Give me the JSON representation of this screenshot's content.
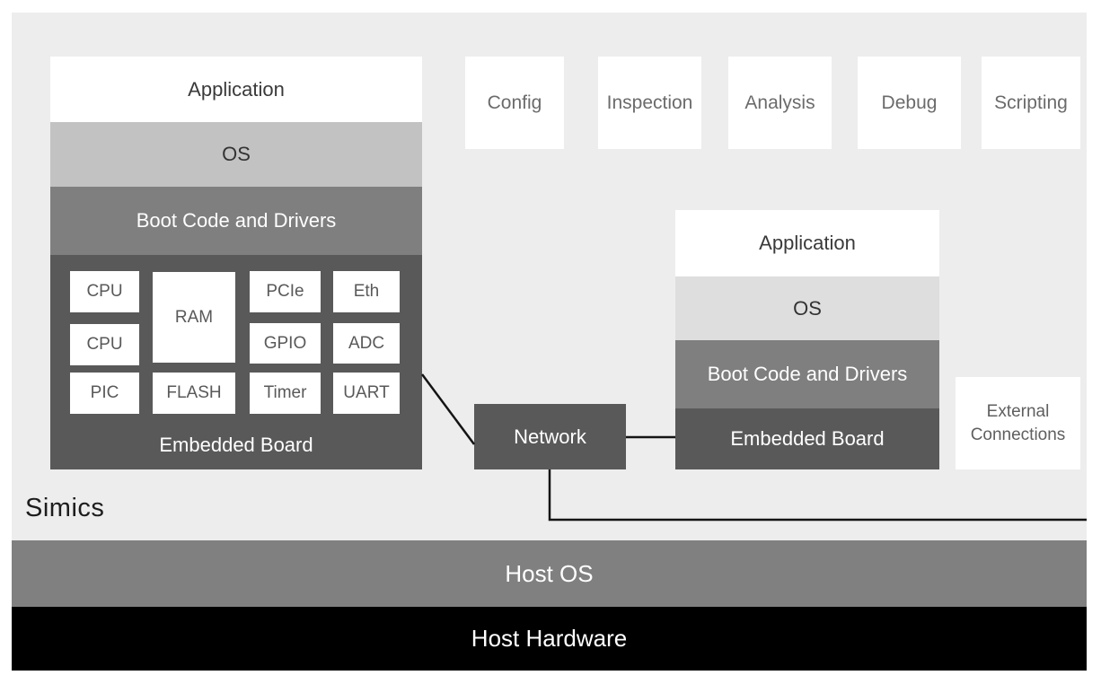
{
  "simics": {
    "label": "Simics"
  },
  "tools": [
    "Config",
    "Inspection",
    "Analysis",
    "Debug",
    "Scripting"
  ],
  "stack_left": {
    "application": "Application",
    "os": "OS",
    "boot": "Boot Code and Drivers",
    "board_label": "Embedded Board",
    "components": [
      "CPU",
      "CPU",
      "PIC",
      "RAM",
      "FLASH",
      "PCIe",
      "GPIO",
      "Timer",
      "Eth",
      "ADC",
      "UART"
    ]
  },
  "stack_right": {
    "application": "Application",
    "os": "OS",
    "boot": "Boot Code and Drivers",
    "board_label": "Embedded Board"
  },
  "network": {
    "label": "Network"
  },
  "external": {
    "line1": "External",
    "line2": "Connections"
  },
  "host": {
    "os": "Host OS",
    "hardware": "Host Hardware"
  },
  "colors": {
    "panel_bg": "#ededed",
    "os_left": "#c2c2c2",
    "os_right": "#dedede",
    "boot_gray": "#7f7f7f",
    "board_dark": "#595959",
    "host_os_gray": "#808080",
    "host_hw_black": "#000000",
    "wire": "#141414"
  }
}
